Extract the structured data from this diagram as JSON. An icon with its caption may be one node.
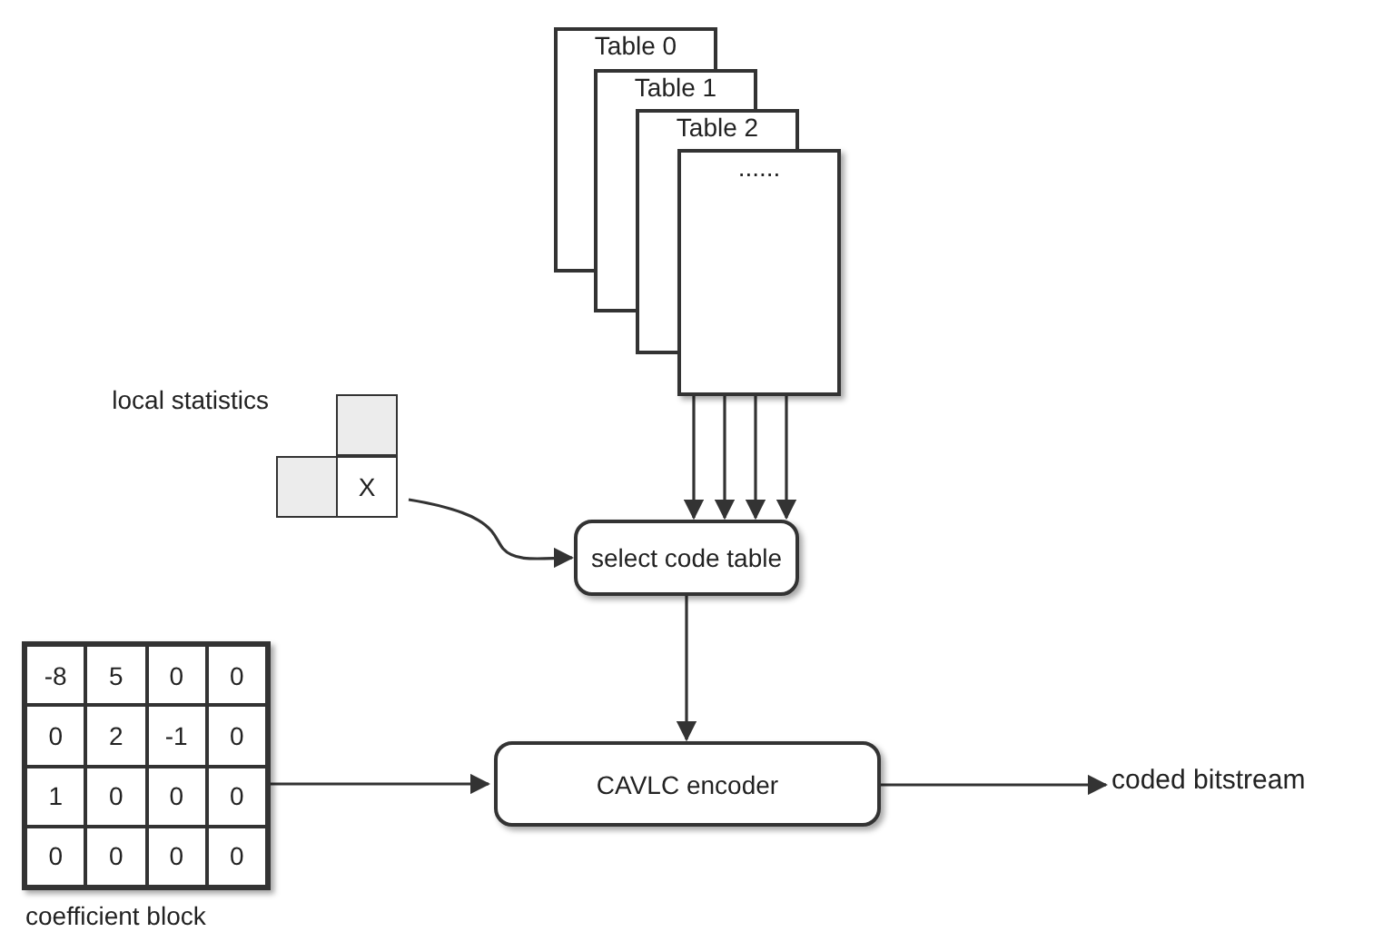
{
  "diagram": {
    "nodes": [
      {
        "text": [
          "Table 0"
        ]
      },
      {
        "text": [
          "Table 1"
        ]
      },
      {
        "text": [
          "Table 2"
        ]
      },
      {
        "text": [
          "......"
        ]
      },
      {
        "text": [
          "local statistics",
          "X"
        ]
      },
      {
        "text": [
          "select code table"
        ]
      },
      {
        "text": [
          "-8",
          "5",
          "0",
          "0",
          "0",
          "2",
          "-1",
          "0",
          "1",
          "0",
          "0",
          "0",
          "0",
          "0",
          "0",
          "0"
        ],
        "beside": [
          "coefficient block"
        ]
      },
      {
        "text": [
          "CAVLC encoder"
        ]
      },
      {
        "text": [
          "coded bitstream"
        ]
      }
    ],
    "edges": [
      {
        "from": 3,
        "to": 5,
        "arrow": "to"
      },
      {
        "from": 3,
        "to": 5,
        "arrow": "to"
      },
      {
        "from": 3,
        "to": 5,
        "arrow": "to"
      },
      {
        "from": 3,
        "to": 5,
        "arrow": "to"
      },
      {
        "from": 4,
        "to": 5,
        "arrow": "to"
      },
      {
        "from": 5,
        "to": 7,
        "arrow": "to"
      },
      {
        "from": 6,
        "to": 7,
        "arrow": "to"
      },
      {
        "from": 7,
        "to": 8,
        "arrow": "to"
      }
    ]
  }
}
